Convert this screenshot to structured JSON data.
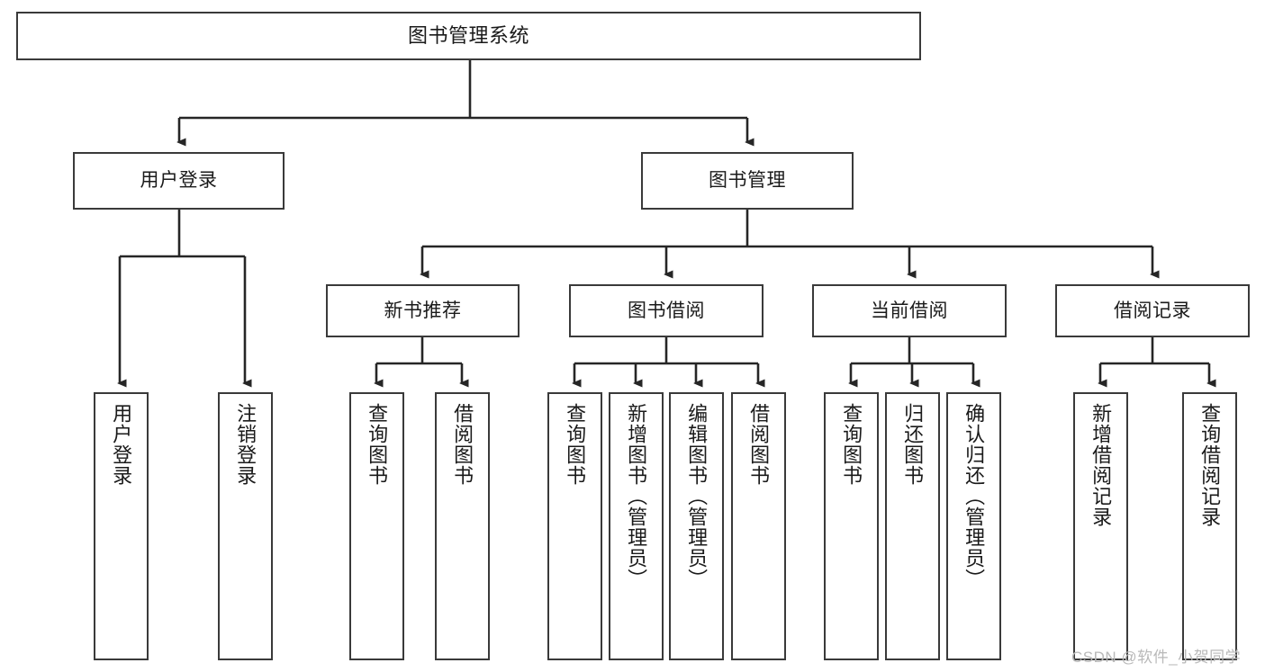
{
  "diagram": {
    "title": "图书管理系统",
    "type": "hierarchy-tree",
    "colors": {
      "box_border": "#3a3a3a",
      "box_fill": "#ffffff",
      "connector": "#262626",
      "text": "#1a1a1a",
      "watermark": "#b9b9b9"
    },
    "nodes": {
      "root": {
        "label": "图书管理系统",
        "level": 1
      },
      "l2": [
        {
          "id": "user-login",
          "label": "用户登录",
          "level": 2
        },
        {
          "id": "book-manage",
          "label": "图书管理",
          "level": 2
        }
      ],
      "l3": [
        {
          "id": "new-book-recommend",
          "label": "新书推荐",
          "level": 3
        },
        {
          "id": "book-borrow",
          "label": "图书借阅",
          "level": 3
        },
        {
          "id": "current-borrow",
          "label": "当前借阅",
          "level": 3
        },
        {
          "id": "borrow-record",
          "label": "借阅记录",
          "level": 3
        }
      ],
      "leaves": [
        {
          "id": "leaf-user-login",
          "label": "用户登录",
          "parent": "user-login"
        },
        {
          "id": "leaf-logout-login",
          "label": "注销登录",
          "parent": "user-login"
        },
        {
          "id": "leaf-query-book-1",
          "label": "查询图书",
          "parent": "new-book-recommend"
        },
        {
          "id": "leaf-borrow-book-1",
          "label": "借阅图书",
          "parent": "new-book-recommend"
        },
        {
          "id": "leaf-query-book-2",
          "label": "查询图书",
          "parent": "book-borrow"
        },
        {
          "id": "leaf-add-book",
          "label": "新增图书（管理员）",
          "parent": "book-borrow"
        },
        {
          "id": "leaf-edit-book",
          "label": "编辑图书（管理员）",
          "parent": "book-borrow"
        },
        {
          "id": "leaf-borrow-book-2",
          "label": "借阅图书",
          "parent": "book-borrow"
        },
        {
          "id": "leaf-query-book-3",
          "label": "查询图书",
          "parent": "current-borrow"
        },
        {
          "id": "leaf-return-book",
          "label": "归还图书",
          "parent": "current-borrow"
        },
        {
          "id": "leaf-confirm-return",
          "label": "确认归还（管理员）",
          "parent": "current-borrow"
        },
        {
          "id": "leaf-add-record",
          "label": "新增借阅记录",
          "parent": "borrow-record"
        },
        {
          "id": "leaf-query-record",
          "label": "查询借阅记录",
          "parent": "borrow-record"
        }
      ]
    },
    "watermark": "CSDN @软件_小贺同学"
  }
}
